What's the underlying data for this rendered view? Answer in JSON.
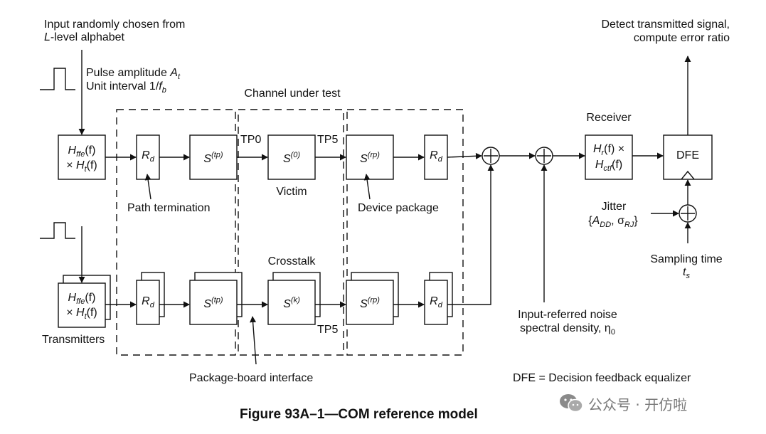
{
  "input_note": {
    "line1": "Input randomly chosen from",
    "line2_var": "L",
    "line2_rest": "-level alphabet"
  },
  "pulse_note": {
    "line1_text": "Pulse amplitude ",
    "line1_var": "A",
    "line1_sub": "t",
    "line2_text": "Unit interval 1/",
    "line2_var": "f",
    "line2_sub": "b"
  },
  "channel_label": "Channel under test",
  "tp0": "TP0",
  "tp5_top": "TP5",
  "tp5_bottom": "TP5",
  "victim_label": "Victim",
  "crosstalk_label": "Crosstalk",
  "path_termination": "Path termination",
  "device_package": "Device package",
  "transmitters": "Transmitters",
  "package_board_interface": "Package-board interface",
  "receiver_label": "Receiver",
  "dfe_block": "DFE",
  "detect_note": {
    "line1": "Detect transmitted signal,",
    "line2": "compute error ratio"
  },
  "jitter": {
    "title": "Jitter",
    "a": "A",
    "a_sub": "DD",
    "sigma": "σ",
    "sigma_sub": "RJ"
  },
  "sampling": {
    "line1": "Sampling time",
    "var": "t",
    "sub": "s"
  },
  "noise": {
    "line1": "Input-referred noise",
    "line2": "spectral density, η",
    "sub": "0"
  },
  "dfe_legend": "DFE = Decision feedback equalizer",
  "blocks": {
    "tx": {
      "h": "H",
      "h_sub": "ffe",
      "f1": "(f)",
      "x": "× ",
      "ht": "H",
      "ht_sub": "t",
      "f2": "(f)"
    },
    "rd": {
      "r": "R",
      "sub": "d"
    },
    "s_tp": {
      "s": "S",
      "sup": "(tp)"
    },
    "s_0": {
      "s": "S",
      "sup": "(0)"
    },
    "s_k": {
      "s": "S",
      "sup": "(k)"
    },
    "s_rp": {
      "s": "S",
      "sup": "(rp)"
    },
    "rx": {
      "hr": "H",
      "hr_sub": "r",
      "f1": "(f) ×",
      "hc": "H",
      "hc_sub": "ctf",
      "f2": "(f)"
    }
  },
  "caption": "Figure 93A–1—COM reference model",
  "watermark": {
    "text": "公众号 · 开仿啦",
    "icon": "wechat-icon"
  }
}
